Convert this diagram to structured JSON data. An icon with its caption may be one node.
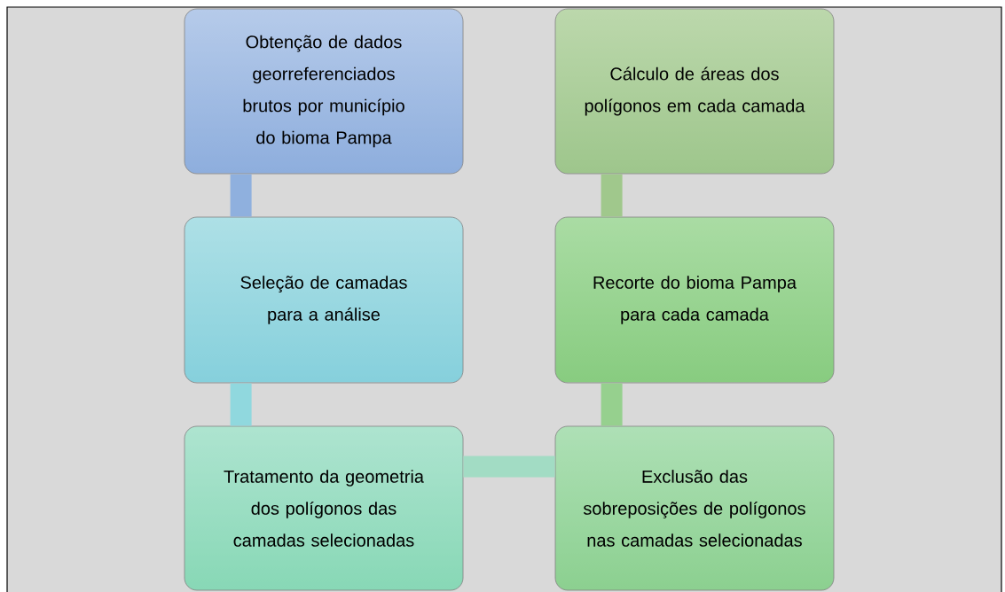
{
  "diagram": {
    "nodes": [
      {
        "text": [
          "Obtenção de dados georreferenciados brutos por município do bioma Pampa"
        ]
      },
      {
        "text": [
          "Seleção de camadas para a análise"
        ]
      },
      {
        "text": [
          "Tratamento da geometria dos polígonos das camadas selecionadas"
        ]
      },
      {
        "text": [
          "Exclusão das sobreposições de polígonos nas camadas selecionadas"
        ]
      },
      {
        "text": [
          "Recorte do bioma Pampa para cada camada"
        ]
      },
      {
        "text": [
          "Cálculo de áreas dos polígonos em cada camada"
        ]
      }
    ],
    "edges": [
      {
        "from": 0,
        "to": 1,
        "arrow": "none",
        "color": "#8fb0de"
      },
      {
        "from": 1,
        "to": 2,
        "arrow": "none",
        "color": "#90d8de"
      },
      {
        "from": 2,
        "to": 3,
        "arrow": "none",
        "color": "#a2dcc4"
      },
      {
        "from": 3,
        "to": 4,
        "arrow": "none",
        "color": "#96d08e"
      },
      {
        "from": 4,
        "to": 5,
        "arrow": "none",
        "color": "#a0c88c"
      }
    ]
  }
}
